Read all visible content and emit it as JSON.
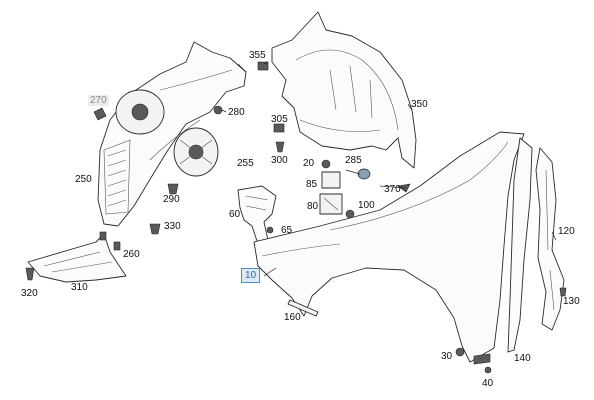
{
  "colors": {
    "highlight_border": "#4a90c8",
    "highlight_fill": "#dbeaf6",
    "highlight_text": "#2c6aa0"
  },
  "callouts": {
    "p10": "10",
    "p20": "20",
    "p30": "30",
    "p40": "40",
    "p60": "60",
    "p65": "65",
    "p80": "80",
    "p85": "85",
    "p100": "100",
    "p120": "120",
    "p130": "130",
    "p140": "140",
    "p160": "160",
    "p250": "250",
    "p255": "255",
    "p260": "260",
    "p270": "270",
    "p280": "280",
    "p285": "285",
    "p290": "290",
    "p300": "300",
    "p305": "305",
    "p310": "310",
    "p320": "320",
    "p330": "330",
    "p350": "350",
    "p355": "355",
    "p370": "370"
  }
}
